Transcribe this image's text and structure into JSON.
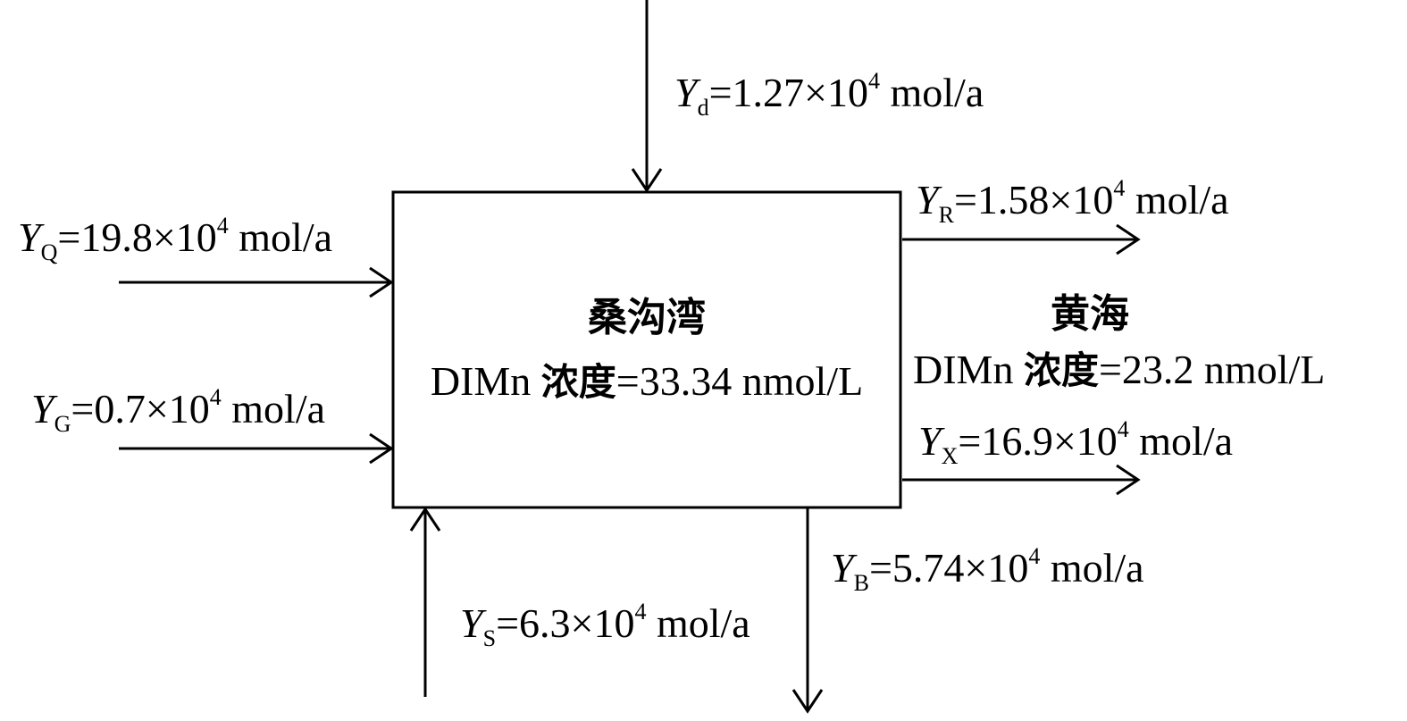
{
  "bay": {
    "name": "桑沟湾",
    "concentration_prefix": "DIMn",
    "concentration_word": "浓度",
    "concentration_value": "=33.34 nmol/L"
  },
  "sea": {
    "name": "黄海",
    "concentration_prefix": "DIMn",
    "concentration_word": "浓度",
    "concentration_value": "=23.2 nmol/L"
  },
  "fluxes": [
    {
      "key": "d",
      "var": "Y",
      "sub": "d",
      "coef": "=1.27×10",
      "exp": "4",
      "unit": " mol/a",
      "direction": "input"
    },
    {
      "key": "Q",
      "var": "Y",
      "sub": "Q",
      "coef": "=19.8×10",
      "exp": "4",
      "unit": " mol/a",
      "direction": "input"
    },
    {
      "key": "G",
      "var": "Y",
      "sub": "G",
      "coef": "=0.7×10",
      "exp": "4",
      "unit": " mol/a",
      "direction": "input"
    },
    {
      "key": "S",
      "var": "Y",
      "sub": "S",
      "coef": "=6.3×10",
      "exp": "4",
      "unit": " mol/a",
      "direction": "input"
    },
    {
      "key": "R",
      "var": "Y",
      "sub": "R",
      "coef": "=1.58×10",
      "exp": "4",
      "unit": " mol/a",
      "direction": "output"
    },
    {
      "key": "X",
      "var": "Y",
      "sub": "X",
      "coef": "=16.9×10",
      "exp": "4",
      "unit": " mol/a",
      "direction": "output"
    },
    {
      "key": "B",
      "var": "Y",
      "sub": "B",
      "coef": "=5.74×10",
      "exp": "4",
      "unit": " mol/a",
      "direction": "output"
    }
  ],
  "colors": {
    "stroke": "#000000",
    "background": "#ffffff"
  }
}
